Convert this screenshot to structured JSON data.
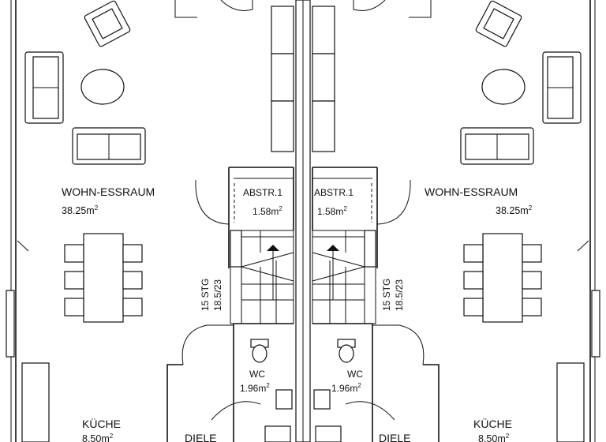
{
  "plan": {
    "left_unit": {
      "living": {
        "name": "WOHN-ESSRAUM",
        "area_value": "38.25m",
        "area_sup": "2"
      },
      "storage": {
        "name": "ABSTR.1",
        "area_value": "1.58m",
        "area_sup": "2"
      },
      "stairs": {
        "count": "15 STG",
        "rise": "18.5/23"
      },
      "wc": {
        "name": "WC",
        "area_value": "1.96m",
        "area_sup": "2"
      },
      "kitchen": {
        "name": "KÜCHE",
        "area_value": "8.50m",
        "area_sup": "2"
      },
      "hall": {
        "name": "DIELE"
      }
    },
    "right_unit": {
      "living": {
        "name": "WOHN-ESSRAUM",
        "area_value": "38.25m",
        "area_sup": "2"
      },
      "storage": {
        "name": "ABSTR.1",
        "area_value": "1.58m",
        "area_sup": "2"
      },
      "stairs": {
        "count": "15 STG",
        "rise": "18.5/23"
      },
      "wc": {
        "name": "WC",
        "area_value": "1.96m",
        "area_sup": "2"
      },
      "kitchen": {
        "name": "KÜCHE",
        "area_value": "8.50m",
        "area_sup": "2"
      },
      "hall": {
        "name": "DIELE"
      }
    },
    "colors": {
      "line": "#111111",
      "background": "#ffffff"
    }
  }
}
